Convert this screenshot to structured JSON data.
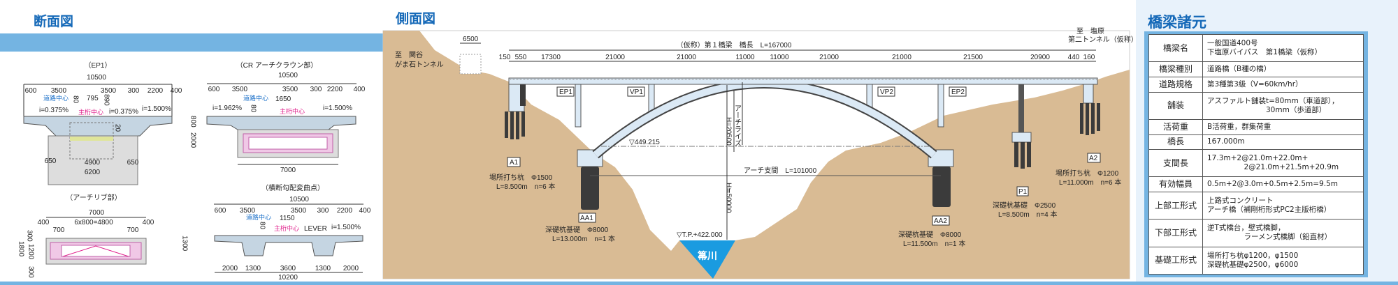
{
  "sections": {
    "title": "断面図",
    "ep1": {
      "label": "（EP1）",
      "total": "10500",
      "dims": [
        "600",
        "3500",
        "3500",
        "300",
        "2200",
        "400"
      ],
      "road_center": "道路中心",
      "girder_center": "主桁中心",
      "offset": "795",
      "slope_l": "i=0.375%",
      "slope_r": "i=0.375%",
      "slope_walk": "i=1.500%",
      "pave": "80",
      "h1": "890",
      "h2": "20",
      "bottom": [
        "650",
        "4900",
        "650"
      ],
      "bottom_total": "6200"
    },
    "crown": {
      "label": "（CR アーチクラウン部）",
      "total": "10500",
      "dims": [
        "600",
        "3500",
        "3500",
        "300",
        "2200",
        "400"
      ],
      "road_center": "道路中心",
      "girder_center": "主桁中心",
      "offset": "1650",
      "slope_l": "i=1.962%",
      "slope_walk": "i=1.500%",
      "pave": "80",
      "h1": "800",
      "h2": "2000",
      "bottom_total": "7000"
    },
    "rib": {
      "label": "（アーチリブ部）",
      "total": "7000",
      "dims": [
        "400",
        "6x800=4800",
        "400"
      ],
      "inner": [
        "700",
        "700"
      ],
      "heights": [
        "300",
        "1200",
        "300"
      ],
      "height_total": "1800"
    },
    "inflection": {
      "label": "（横断勾配変曲点）",
      "total": "10500",
      "dims": [
        "600",
        "3500",
        "3500",
        "300",
        "2200",
        "400"
      ],
      "road_center": "道路中心",
      "girder_center": "主桁中心",
      "offset": "1150",
      "level": "LEVER",
      "slope_walk": "i=1.500%",
      "pave": "80",
      "height": "1300",
      "bottom": [
        "2000",
        "1300",
        "3600",
        "1300",
        "2000"
      ],
      "bottom_total": "10200"
    }
  },
  "side": {
    "title": "側面図",
    "left_dest": [
      "至　関谷",
      "がま石トンネル"
    ],
    "right_dest": [
      "至　塩原",
      "第二トンネル（仮称）"
    ],
    "tunnel_dim": "6500",
    "bridge_length": "（仮称）第１橋梁　橋長　L=167000",
    "spans": [
      "150",
      "550",
      "17300",
      "21000",
      "21000",
      "11000",
      "11000",
      "21000",
      "21000",
      "21500",
      "20900",
      "440",
      "160"
    ],
    "piers": [
      "EP1",
      "VP1",
      "VP2",
      "EP2"
    ],
    "water_level": "▽449.215",
    "arch_span": "アーチ支間　L=101000",
    "arch_rise": "アーチライズ",
    "rise_h": "H=20500",
    "height_h": "H≒50000",
    "river_level": "▽T.P.+422.000",
    "river": "箒川",
    "foundations": [
      {
        "id": "A1",
        "type": "場所打ち杭　Φ1500",
        "spec": "L=8.500m　n=6 本"
      },
      {
        "id": "AA1",
        "type": "深礎杭基礎　Φ8000",
        "spec": "L=13.000m　n=1 本"
      },
      {
        "id": "AA2",
        "type": "深礎杭基礎　Φ8000",
        "spec": "L=11.500m　n=1 本"
      },
      {
        "id": "P1",
        "type": "深礎杭基礎　Φ2500",
        "spec": "L=8.500m　n=4 本"
      },
      {
        "id": "A2",
        "type": "場所打ち杭　Φ1200",
        "spec": "L=11.000m　n=6 本"
      }
    ]
  },
  "spec": {
    "title": "橋梁諸元",
    "rows": [
      {
        "k": "橋梁名",
        "v": "一般国道400号\n下塩原バイパス　第1橋梁（仮称）"
      },
      {
        "k": "橋梁種別",
        "v": "道路橋（B種の橋）"
      },
      {
        "k": "道路規格",
        "v": "第3種第3級（V=60km/hr）"
      },
      {
        "k": "舗装",
        "v": "アスファルト舗装t=80mm（車道部），\n　　　　　　　　30mm（歩道部）"
      },
      {
        "k": "活荷重",
        "v": "B活荷重，群集荷重"
      },
      {
        "k": "橋長",
        "v": "167.000m"
      },
      {
        "k": "支間長",
        "v": "17.3m+2@21.0m+22.0m+\n　　　　　2@21.0m+21.5m+20.9m"
      },
      {
        "k": "有効幅員",
        "v": "0.5m+2@3.0m+0.5m+2.5m=9.5m"
      },
      {
        "k": "上部工形式",
        "v": "上路式コンクリート\nアーチ橋（補剛桁形式PC2主版桁橋）"
      },
      {
        "k": "下部工形式",
        "v": "逆T式橋台，壁式橋脚，\n　　　　　ラーメン式橋脚（鉛直材）"
      },
      {
        "k": "基礎工形式",
        "v": "場所打ち杭φ1200，φ1500\n深礎杭基礎φ2500，φ6000"
      }
    ]
  },
  "colors": {
    "accent": "#1569b8",
    "band": "#74b4e2",
    "ground": "#d9bb94",
    "water": "#1a9be0",
    "girder_center": "#e0208c"
  }
}
